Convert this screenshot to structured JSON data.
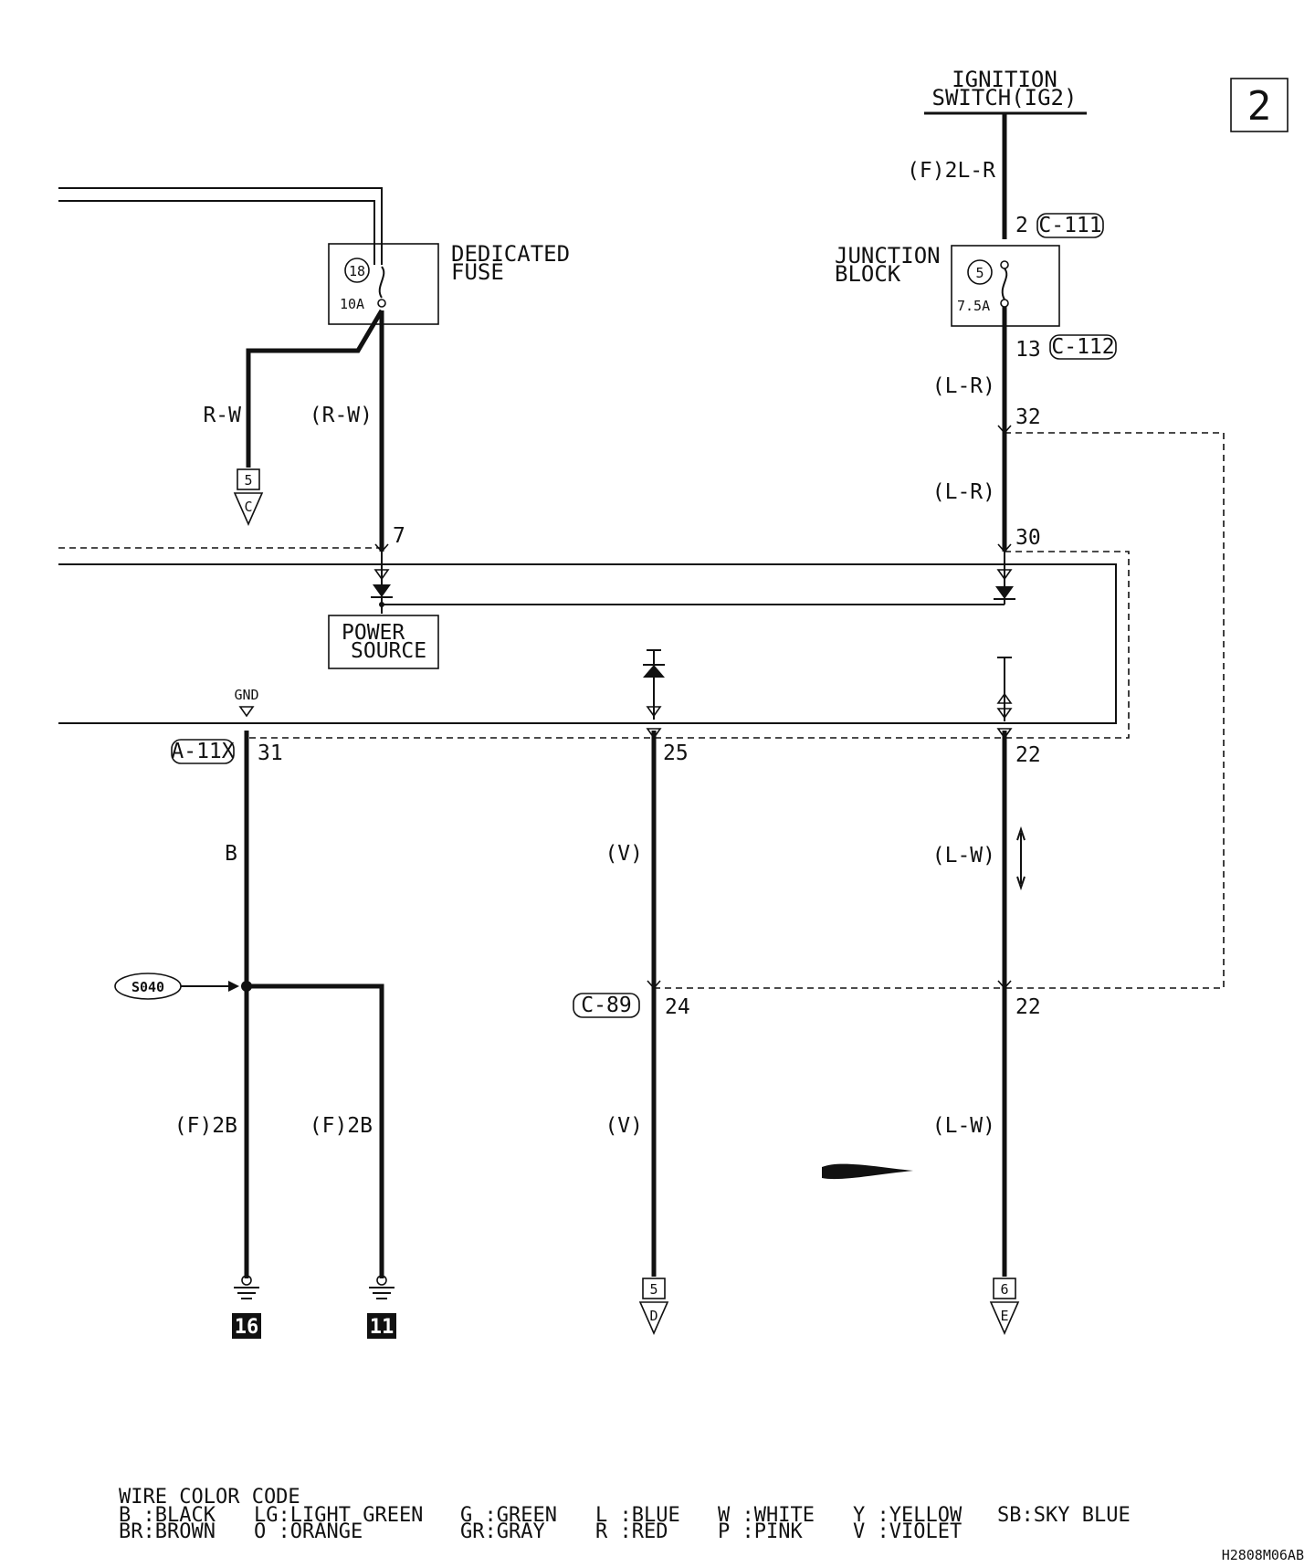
{
  "page_number": "2",
  "drawing_code": "H2808M06AB",
  "ignition": {
    "line1": "IGNITION",
    "line2": "SWITCH(IG2)"
  },
  "wire_labels": {
    "ig_out": "(F)2L-R",
    "jb_out": "(L-R)",
    "mid_lr": "(L-R)",
    "rw_left": "R-W",
    "rw_right": "(R-W)",
    "b": "B",
    "v_top": "(V)",
    "lw_top": "(L-W)",
    "f2b_left": "(F)2B",
    "f2b_right": "(F)2B",
    "v_bottom": "(V)",
    "lw_bottom": "(L-W)"
  },
  "connectors": {
    "c111": "C-111",
    "c112": "C-112",
    "a11x": "A-11X",
    "c89": "C-89",
    "s040": "S040"
  },
  "pins": {
    "p2": "2",
    "p13": "13",
    "p32": "32",
    "p30": "30",
    "p7": "7",
    "p31": "31",
    "p25": "25",
    "p22a": "22",
    "p24": "24",
    "p22b": "22"
  },
  "dedicated_fuse": {
    "line1": "DEDICATED",
    "line2": "FUSE",
    "number": "18",
    "rating": "10A"
  },
  "junction_block": {
    "line1": "JUNCTION",
    "line2": "BLOCK",
    "number": "5",
    "rating": "7.5A"
  },
  "power_source": {
    "line1": "POWER",
    "line2": "SOURCE"
  },
  "gnd_label": "GND",
  "offpage": {
    "c_num": "5",
    "c_letter": "C",
    "d_num": "5",
    "d_letter": "D",
    "e_num": "6",
    "e_letter": "E"
  },
  "grounds": {
    "g16": "16",
    "g11": "11"
  },
  "legend": {
    "title": "WIRE COLOR CODE",
    "col1": [
      "B :BLACK",
      "BR:BROWN"
    ],
    "col2": [
      "LG:LIGHT GREEN",
      "O :ORANGE"
    ],
    "col3": [
      "G :GREEN",
      "GR:GRAY"
    ],
    "col4": [
      "L :BLUE",
      "R :RED"
    ],
    "col5": [
      "W :WHITE",
      "P :PINK"
    ],
    "col6": [
      "Y :YELLOW",
      "V :VIOLET"
    ],
    "col7": [
      "SB:SKY BLUE"
    ]
  }
}
